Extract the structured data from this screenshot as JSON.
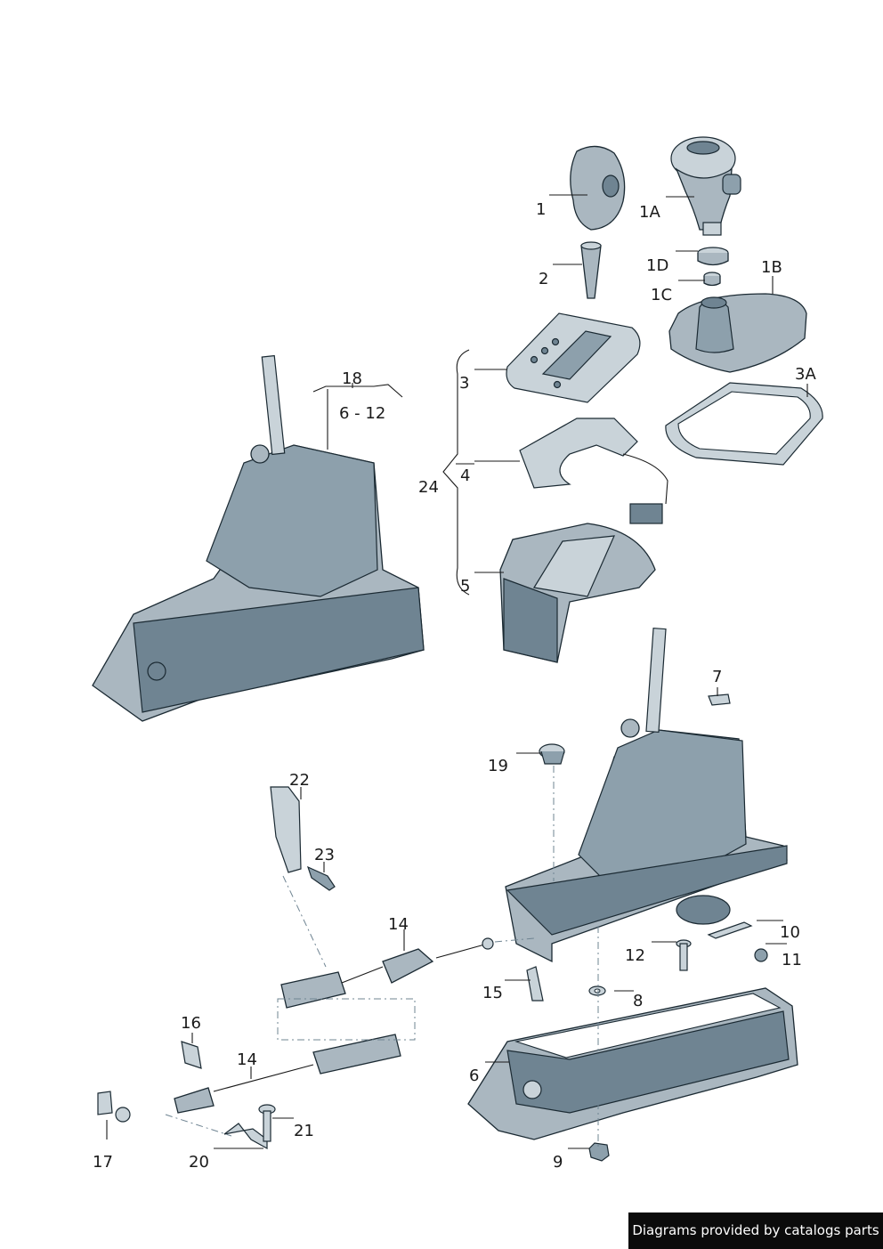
{
  "callouts": {
    "c1": "1",
    "c1a": "1A",
    "c1b": "1B",
    "c1c": "1C",
    "c1d": "1D",
    "c2": "2",
    "c3": "3",
    "c3a": "3A",
    "c4": "4",
    "c5": "5",
    "c6": "6",
    "c7": "7",
    "c8": "8",
    "c9": "9",
    "c10": "10",
    "c11": "11",
    "c12": "12",
    "c14a": "14",
    "c14b": "14",
    "c15": "15",
    "c16": "16",
    "c17": "17",
    "c18": "18",
    "c6_12": "6 - 12",
    "c19": "19",
    "c20": "20",
    "c21": "21",
    "c22": "22",
    "c23": "23",
    "c24": "24"
  },
  "credit": "Diagrams provided by catalogs parts"
}
